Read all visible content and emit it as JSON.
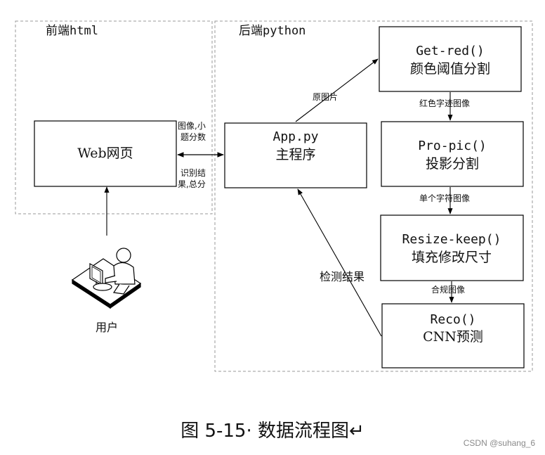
{
  "regions": {
    "frontend_label": "前端html",
    "backend_label": "后端python"
  },
  "nodes": {
    "web": {
      "line1": "Web网页"
    },
    "app": {
      "line1": "App.py",
      "line2": "主程序"
    },
    "getred": {
      "line1": "Get-red()",
      "line2": "颜色阈值分割"
    },
    "propic": {
      "line1": "Pro-pic()",
      "line2": "投影分割"
    },
    "resize": {
      "line1": "Resize-keep()",
      "line2": "填充修改尺寸"
    },
    "reco": {
      "line1": "Reco()",
      "line2": "CNN预测"
    },
    "user": {
      "label": "用户"
    }
  },
  "edges": {
    "to_web_l1": "图像,小",
    "to_web_l2": "题分数",
    "from_web_l1": "识别结",
    "from_web_l2": "果,总分",
    "orig_image": "原图片",
    "red_strokes": "红色字迹图像",
    "single_char": "单个字符图像",
    "compliant": "合规图像",
    "detect_result": "检测结果"
  },
  "caption": "图 5-15· 数据流程图↵",
  "watermark": "CSDN @suhang_6",
  "colors": {
    "stroke": "#000000",
    "dashed": "#9a9a9a",
    "text": "#111111"
  }
}
